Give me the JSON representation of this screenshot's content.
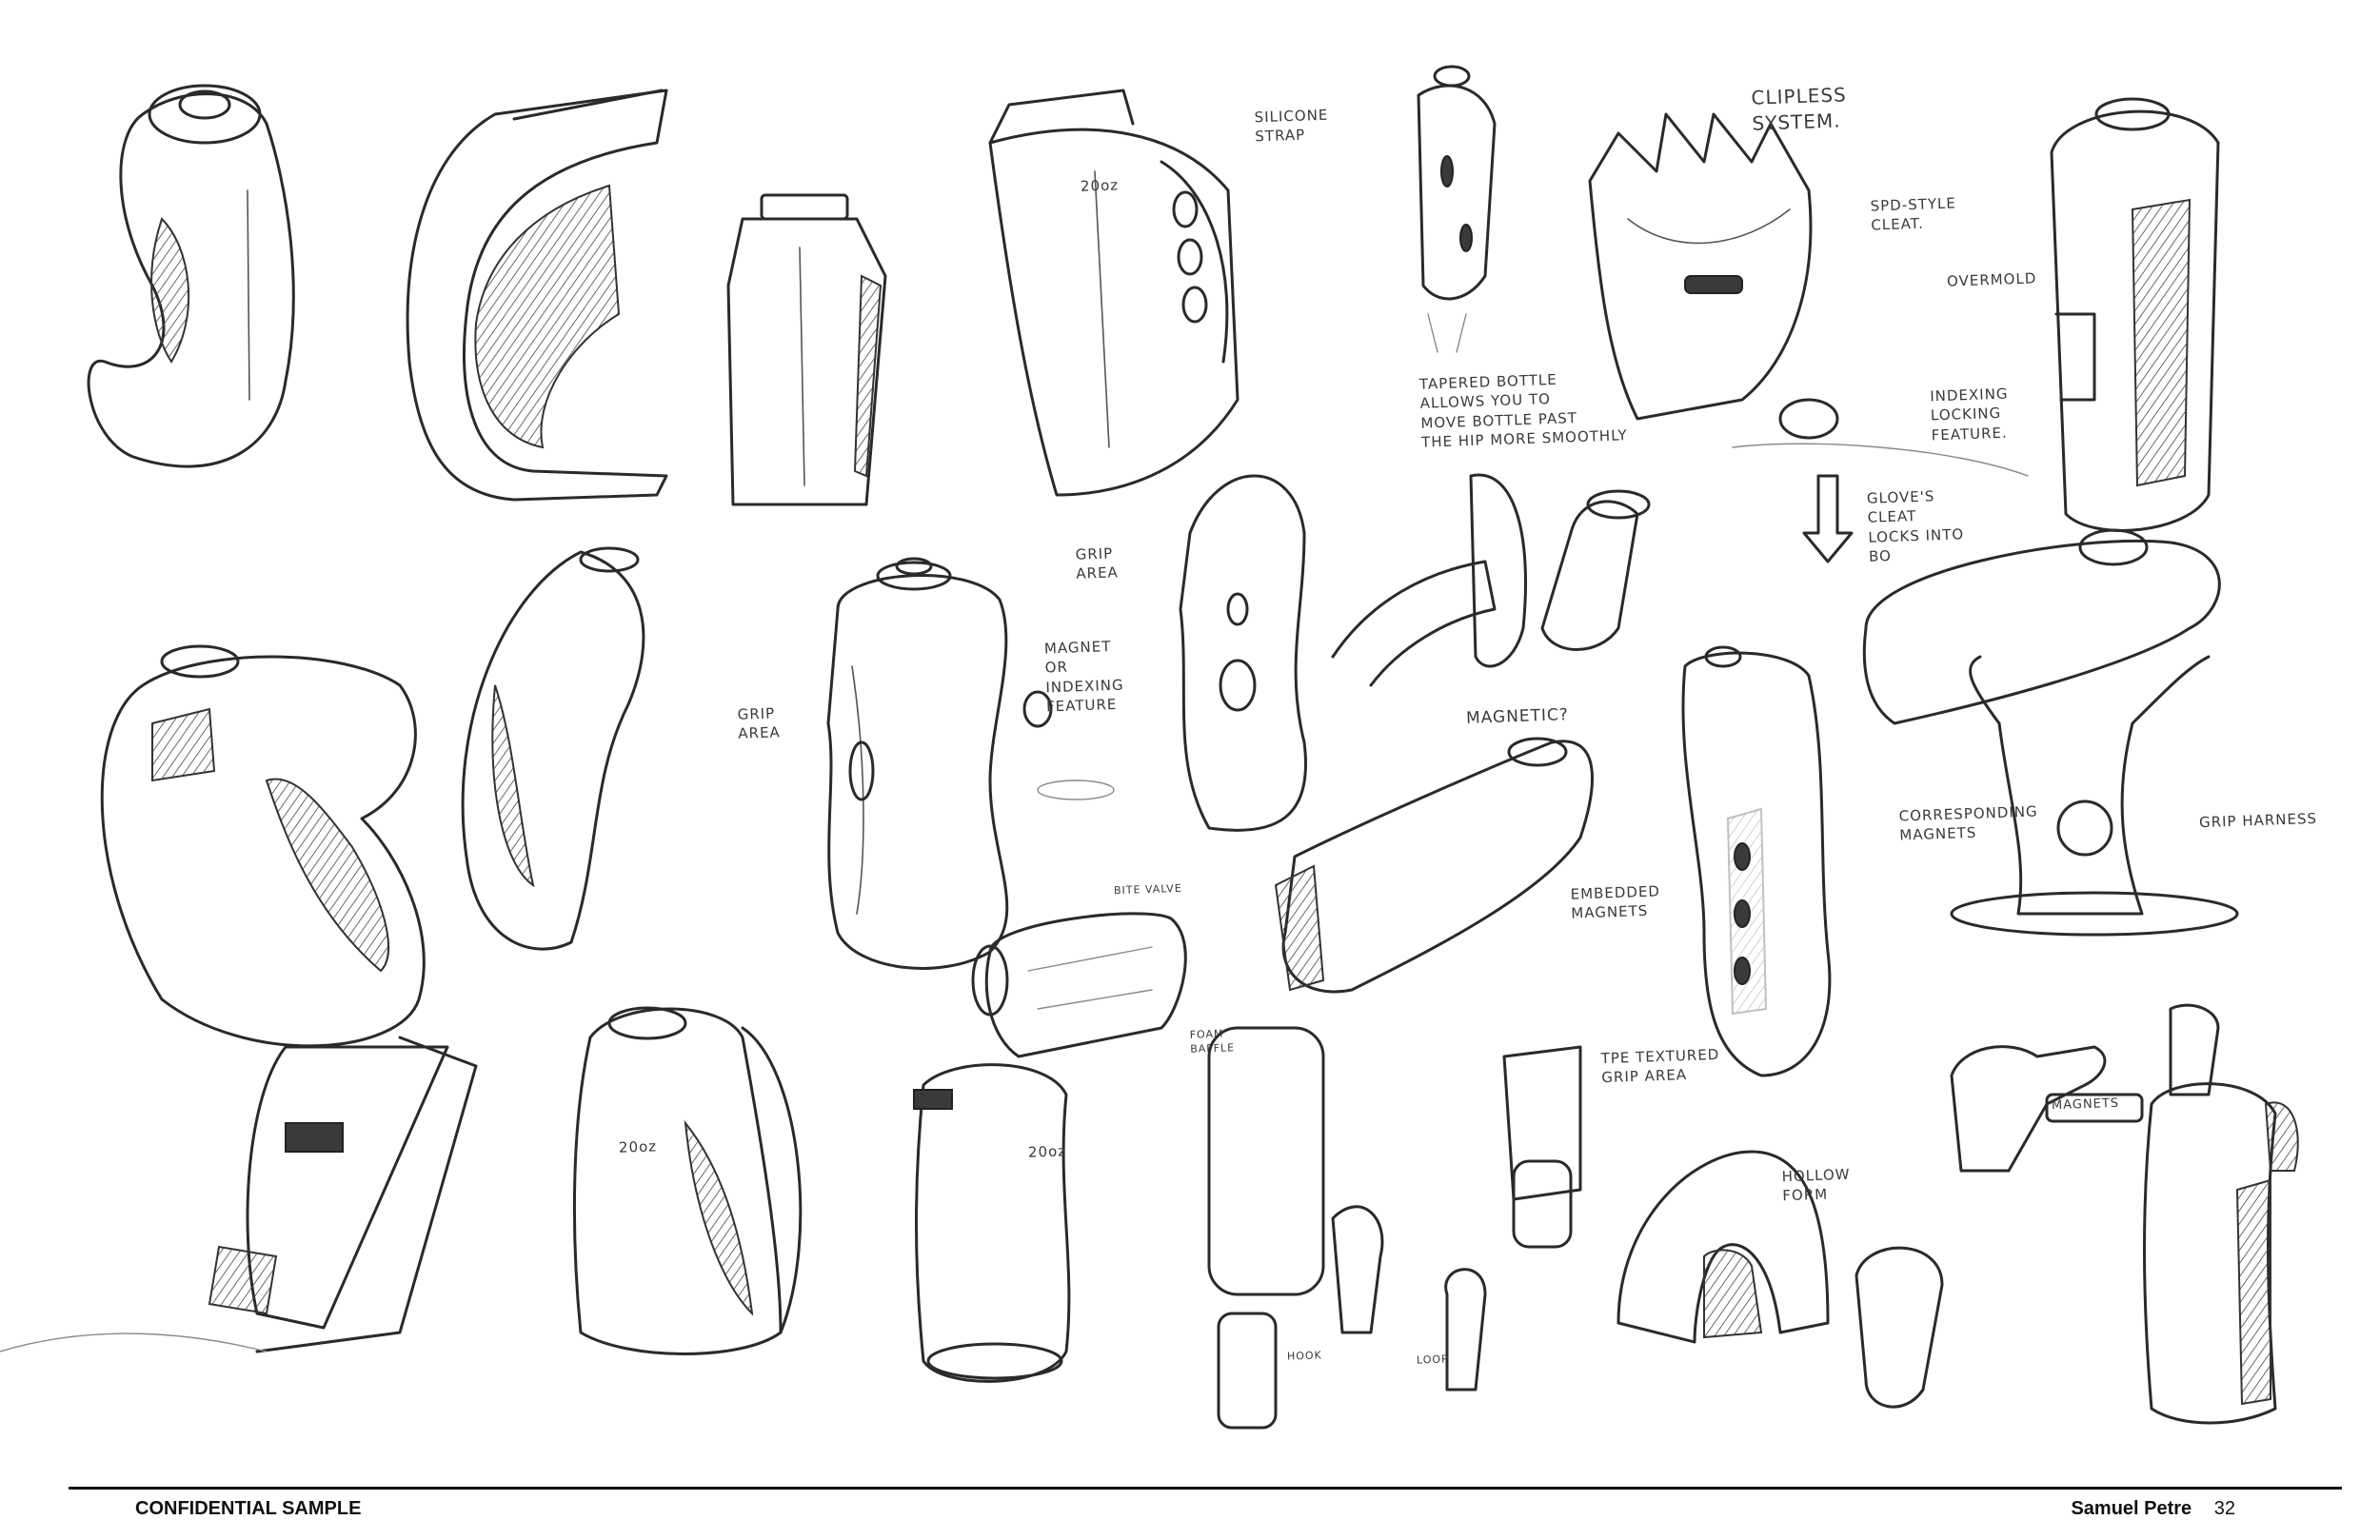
{
  "footer": {
    "left_label": "CONFIDENTIAL SAMPLE",
    "author": "Samuel Petre",
    "page_number": "32"
  },
  "annotations": {
    "silicone_strap": "SILICONE\nSTRAP",
    "clipless_system": "CLIPLESS\nSYSTEM.",
    "spd_style_cleat": "SPD-STYLE\nCLEAT.",
    "overmold": "OVERMOLD",
    "tapered_bottle": "TAPERED BOTTLE\nALLOWS YOU TO\nMOVE BOTTLE PAST\nTHE HIP MORE SMOOTHLY",
    "indexing_locking": "INDEXING\nLOCKING\nFEATURE.",
    "gloves_cleat": "GLOVE'S\nCLEAT\nLOCKS INTO\nBO",
    "grip_area_top": "GRIP\nAREA",
    "grip_area_left": "GRIP\nAREA",
    "magnet_indexing": "MAGNET\nOR\nINDEXING\nFEATURE",
    "magnetic": "MAGNETIC?",
    "corresponding_magnets": "CORRESPONDING\nMAGNETS",
    "grip_harness": "GRIP HARNESS",
    "embedded_magnets": "EMBEDDED\nMAGNETS",
    "tpe_textured": "TPE TEXTURED\nGRIP AREA",
    "magnets": "MAGNETS",
    "twenty_oz_a": "20oz",
    "twenty_oz_b": "20oz",
    "twenty_oz_c": "20oz",
    "bite_valve": "BITE VALVE",
    "foam_baffle": "FOAM\nBAFFLE",
    "hook": "HOOK",
    "loop": "LOOP",
    "hollow_form": "HOLLOW\nFORM"
  }
}
